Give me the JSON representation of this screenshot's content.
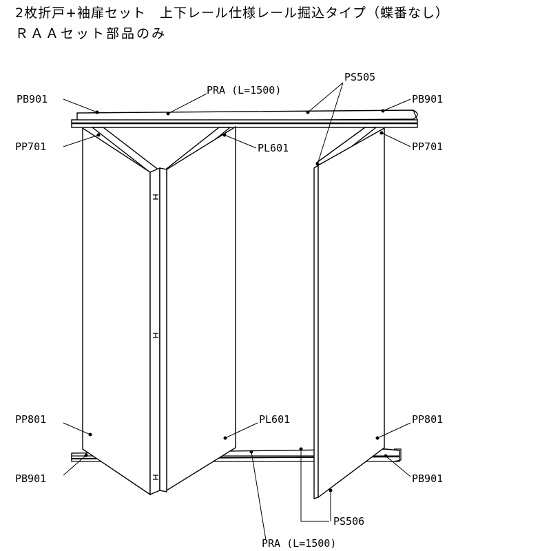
{
  "header": {
    "title_line1": "2枚折戸+袖扉セット　上下レール仕様レール掘込タイプ（蝶番なし）",
    "title_line2": "ＲＡＡセット部品のみ"
  },
  "labels": {
    "pb901_top_left": "PB901",
    "pra_top": "PRA (L=1500)",
    "ps505": "PS505",
    "pb901_top_right": "PB901",
    "pp701_left": "PP701",
    "pl601_top": "PL601",
    "pp701_right": "PP701",
    "pp801_left": "PP801",
    "pl601_bottom": "PL601",
    "pp801_right": "PP801",
    "pb901_bottom_left": "PB901",
    "pb901_bottom_right": "PB901",
    "ps506": "PS506",
    "pra_bottom": "PRA (L=1500)"
  }
}
